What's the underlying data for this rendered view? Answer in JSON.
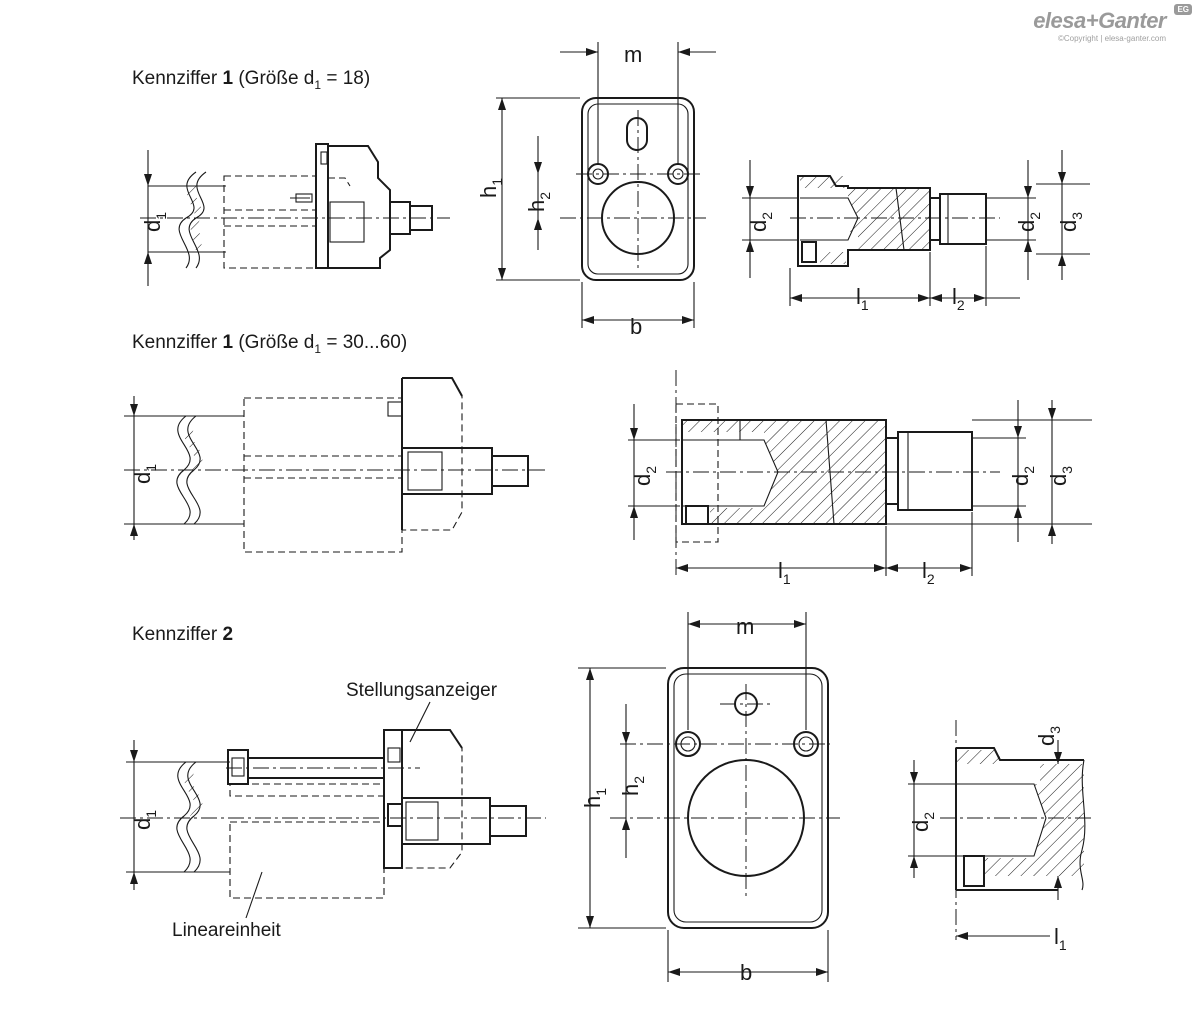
{
  "brand": {
    "logo_text": "elesa+Ganter",
    "logo_copyright": "©Copyright | elesa-ganter.com",
    "logo_badge": "EG"
  },
  "headings": {
    "h1_prefix": "Kennziffer",
    "h1_number": "1",
    "h1_paren": "(Größe d",
    "h1_sub": "1",
    "h1_value": "= 18)",
    "h2_prefix": "Kennziffer",
    "h2_number": "1",
    "h2_paren": "(Größe d",
    "h2_sub": "1",
    "h2_value": "= 30...60)",
    "h3_prefix": "Kennziffer",
    "h3_number": "2"
  },
  "callouts": {
    "position_indicator": "Stellungsanzeiger",
    "linear_unit": "Lineareinheit"
  },
  "dimensions": {
    "m": "m",
    "b": "b",
    "h": "h",
    "d": "d",
    "l": "l",
    "sub1": "1",
    "sub2": "2",
    "sub3": "3"
  }
}
